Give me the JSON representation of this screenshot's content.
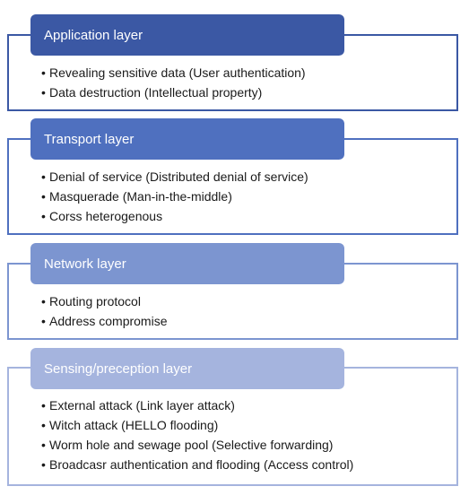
{
  "layers": [
    {
      "title": "Application layer",
      "colors": {
        "header": "#3b58a4",
        "border": "#3b58a4"
      },
      "items": [
        "Revealing sensitive data (User authentication)",
        "Data destruction (Intellectual property)"
      ]
    },
    {
      "title": "Transport layer",
      "colors": {
        "header": "#4f70bf",
        "border": "#4f70bf"
      },
      "items": [
        "Denial of service (Distributed denial of service)",
        "Masquerade (Man-in-the-middle)",
        "Corss heterogenous"
      ]
    },
    {
      "title": "Network layer",
      "colors": {
        "header": "#7c95d0",
        "border": "#7c95d0"
      },
      "items": [
        "Routing protocol",
        "Address compromise"
      ]
    },
    {
      "title": "Sensing/preception layer",
      "colors": {
        "header": "#a5b4de",
        "border": "#a5b4de"
      },
      "items": [
        "External attack (Link layer attack)",
        "Witch attack (HELLO flooding)",
        "Worm hole and sewage pool (Selective forwarding)",
        "Broadcasr authentication and flooding (Access control)"
      ]
    }
  ],
  "bullet_char": "•"
}
